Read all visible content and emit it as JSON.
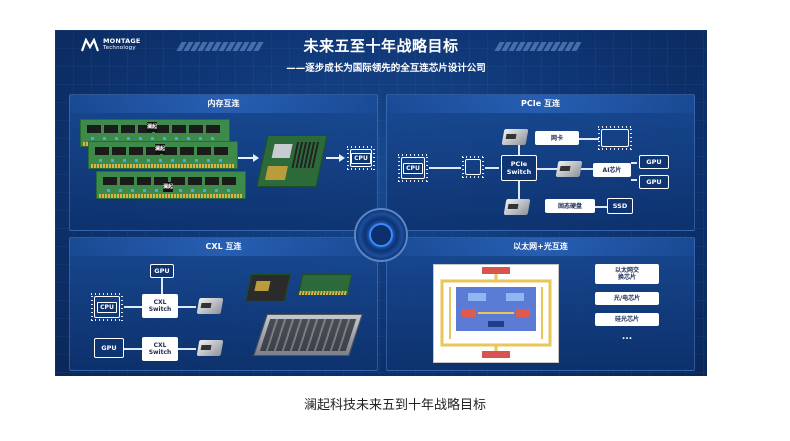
{
  "slide": {
    "logo": {
      "name": "MONTAGE",
      "sub": "Technology"
    },
    "title": "未来五至十年战略目标",
    "subtitle": "——逐步成长为国际领先的全互连芯片设计公司"
  },
  "panels": {
    "memory": {
      "title": "内存互连",
      "dimm_tags": [
        "澜起",
        "澜起",
        "澜起"
      ],
      "cpu_label": "CPU"
    },
    "pcie": {
      "title": "PCIe 互连",
      "cpu_label": "CPU",
      "switch_label": "PCIe\nSwitch",
      "nic_label": "网卡",
      "ai_label": "AI芯片",
      "ssd_box_label": "固态硬盘",
      "ssd_label": "SSD",
      "gpu_labels": [
        "GPU",
        "GPU"
      ]
    },
    "cxl": {
      "title": "CXL 互连",
      "gpu_top": "GPU",
      "cpu_label": "CPU",
      "gpu_bottom": "GPU",
      "switch1": "CXL\nSwitch",
      "switch2": "CXL\nSwitch"
    },
    "ethernet": {
      "title": "以太网+光互连",
      "items": [
        "以太网交\n换芯片",
        "光/电芯片",
        "硅光芯片"
      ],
      "ellipsis": "..."
    }
  },
  "caption": "澜起科技未来五到十年战略目标",
  "colors": {
    "slide_bg": "#0e3472",
    "accent": "#3a8cff",
    "pcb_green": "#3d8a4a"
  }
}
